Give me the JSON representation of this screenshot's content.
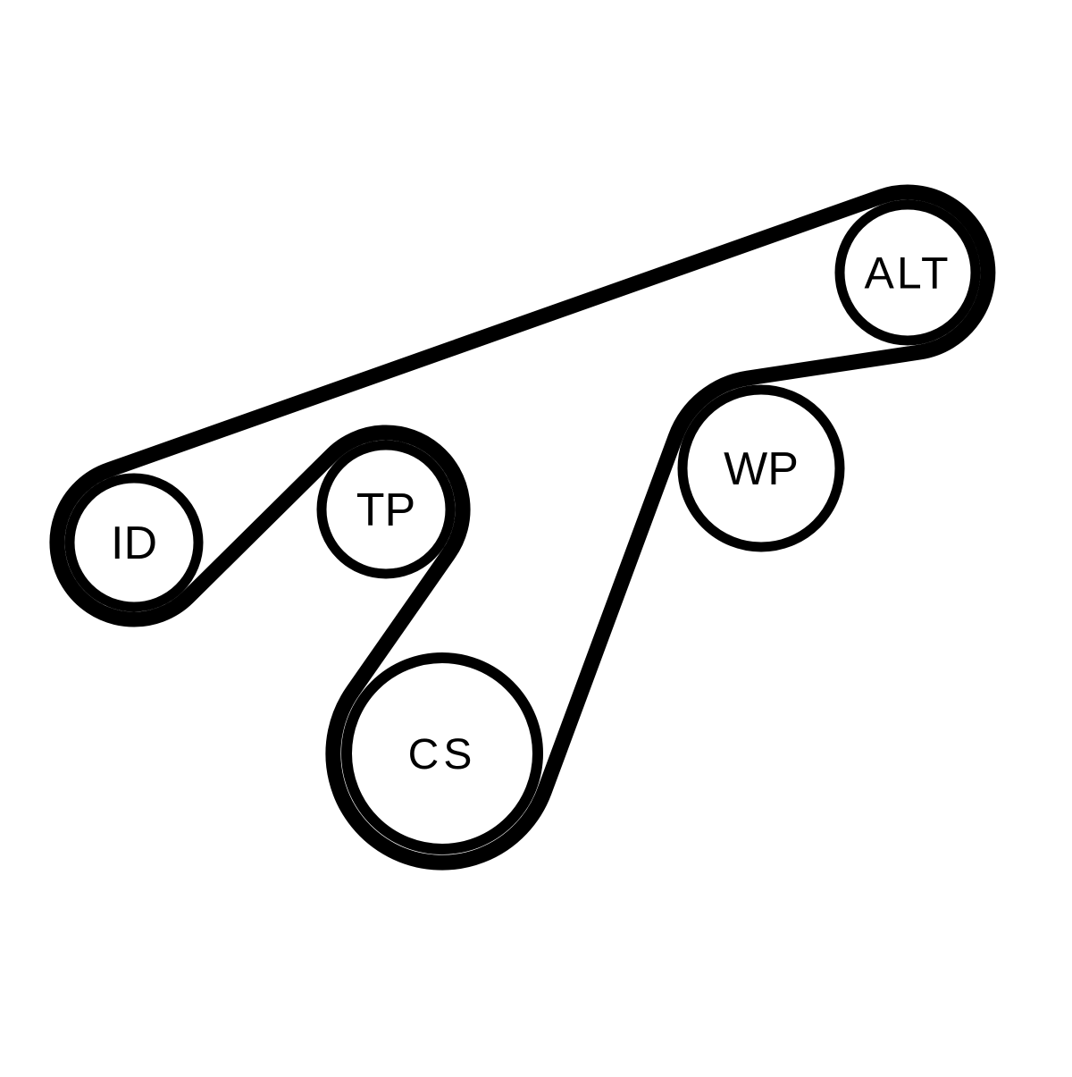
{
  "diagram": {
    "kind": "serpentine-belt-routing",
    "background_color": "#ffffff",
    "belt_color": "#000000",
    "pulley_fill_color": "#ffffff",
    "pulley_outline_color": "#000000",
    "pulleys": [
      {
        "label": "ID"
      },
      {
        "label": "TP"
      },
      {
        "label": "CS"
      },
      {
        "label": "WP"
      },
      {
        "label": "ALT"
      }
    ]
  }
}
